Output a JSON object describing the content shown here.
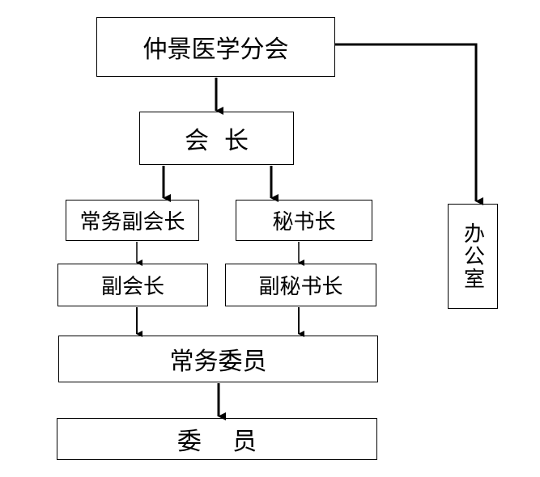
{
  "org_chart": {
    "root": "仲景医学分会",
    "president": "会  长",
    "executive_vice_president": "常务副会长",
    "secretary_general": "秘书长",
    "vice_president": "副会长",
    "deputy_secretary_general": "副秘书长",
    "standing_committee": "常务委员",
    "committee_members": "委    员",
    "office": "办公室"
  }
}
